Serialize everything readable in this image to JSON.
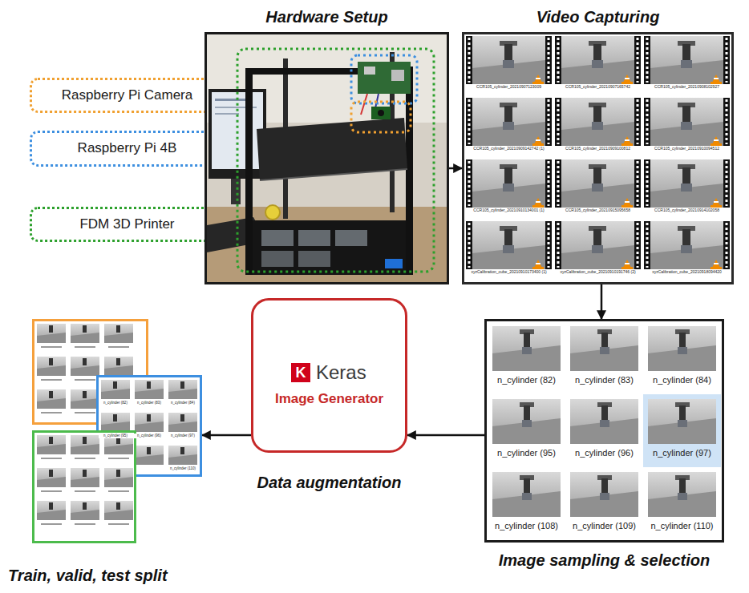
{
  "diagram": {
    "nodes": [
      {
        "text": [
          "Raspberry Pi Camera"
        ]
      },
      {
        "text": [
          "Raspberry Pi 4B"
        ]
      },
      {
        "text": [
          "FDM 3D Printer"
        ]
      },
      {
        "text": [
          "Hardware Setup"
        ]
      },
      {
        "text": [
          "Video Capturing",
          "CCR105_cylinder_20210907123009",
          "CCR105_cylinder_20210907165742",
          "CCR105_cylinder_20210908102927",
          "CCR105_cylinder_20210909142742 (1)",
          "CCR105_cylinder_20210909100812",
          "CCR105_cylinder_20210910094512",
          "CCR105_cylinder_20210910134001 (1)",
          "CCR105_cylinder_20210915095658",
          "CCR105_cylinder_20210914102058",
          "xyzCalibration_cube_20210910173400 (1)",
          "xyzCalibration_cube_20210910191746 (2)",
          "xyzCalibration_cube_20210918094420"
        ]
      },
      {
        "text": [
          "Image sampling & selection",
          "n_cylinder (82)",
          "n_cylinder (83)",
          "n_cylinder (84)",
          "n_cylinder (95)",
          "n_cylinder (96)",
          "n_cylinder (97)",
          "n_cylinder (108)",
          "n_cylinder (109)",
          "n_cylinder (110)"
        ]
      },
      {
        "text": [
          "K",
          "Keras",
          "Image Generator",
          "Data augmentation"
        ]
      },
      {
        "text": [
          "Train, valid, test split",
          "n_cylinder (82)",
          "n_cylinder (83)",
          "n_cylinder (84)",
          "n_cylinder (95)",
          "n_cylinder (96)",
          "n_cylinder (97)",
          "n_cylinder (110)"
        ]
      }
    ],
    "edges": [
      {
        "from": 3,
        "to": 4,
        "arrow": "to"
      },
      {
        "from": 4,
        "to": 5,
        "arrow": "to"
      },
      {
        "from": 5,
        "to": 6,
        "arrow": "to"
      },
      {
        "from": 6,
        "to": 7,
        "arrow": "to"
      }
    ]
  }
}
